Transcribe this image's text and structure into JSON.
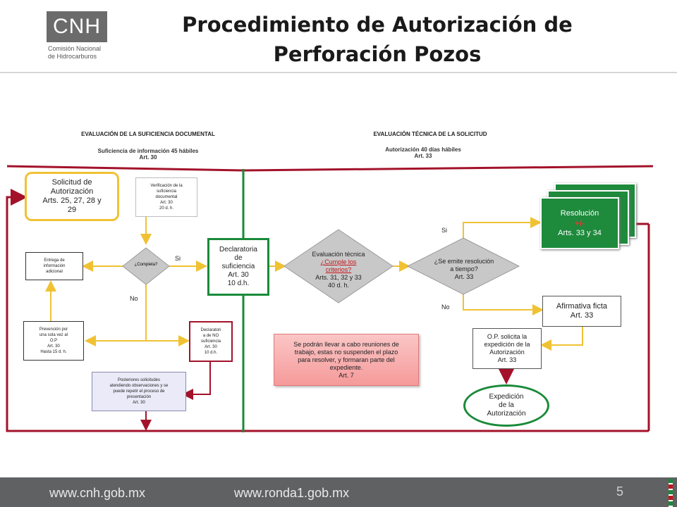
{
  "header": {
    "logo_text": "CNH",
    "logo_sub_1": "Comisión Nacional",
    "logo_sub_2": "de Hidrocarburos",
    "title_1": "Procedimiento de Autorización de",
    "title_2": "Perforación Pozos"
  },
  "sections": {
    "left_title": "EVALUACIÓN DE LA SUFICIENCIA DOCUMENTAL",
    "left_sub_1": "Suficiencia de información 45 hábiles",
    "left_sub_2": "Art. 30",
    "right_title": "EVALUACIÓN TÉCNICA DE LA SOLICITUD",
    "right_sub_1": "Autorización 40 días hábiles",
    "right_sub_2": "Art. 33"
  },
  "nodes": {
    "solicitud": [
      "Solicitud de",
      "Autorización",
      "Arts. 25, 27, 28  y",
      "29"
    ],
    "verificacion": [
      "Verificación de la",
      "suficiencia",
      "documental",
      "Art. 30",
      "20 d. h."
    ],
    "entrega": [
      "Entrega de",
      "información",
      "adicional"
    ],
    "completa": "¿Completa?",
    "prevencion": [
      "Prevención   por",
      "una  sola vez al",
      "O.P",
      "Art. 30",
      "Hasta 15 d. h."
    ],
    "declaratoria_no": [
      "Declaratori",
      "a de NO",
      "suficiencia",
      "Art. 30",
      "10 d.h."
    ],
    "posteriores": [
      "Posteriores  solicitudes",
      "atendiendo  observaciones  y se",
      "puede  repetir  el proceso  de",
      "presentación",
      "Art. 30"
    ],
    "declaratoria": [
      "Declaratoria",
      "de",
      "suficiencia",
      "Art. 30",
      "10 d.h."
    ],
    "evaluacion": [
      "Evaluación técnica",
      "¿Cumple los",
      "criterios?",
      "Arts. 31, 32 y 33",
      "40 d. h."
    ],
    "resolucion_q": [
      "¿Se emite resolución",
      "a tiempo?",
      "Art. 33"
    ],
    "resolucion": [
      "Resolución",
      "+/-",
      "Arts. 33 y 34"
    ],
    "afirmativa": [
      "Afirmativa ficta",
      "Art. 33"
    ],
    "op_solicita": [
      "O.P. solicita la",
      "expedición de la",
      "Autorización",
      "Art. 33"
    ],
    "expedicion": [
      "Expedición",
      "de la",
      "Autorización"
    ],
    "nota": [
      "Se podrán llevar a cabo reuniones de",
      "trabajo, estas no suspenden el plazo",
      "para resolver, y formaran parte del",
      "expediente.",
      "Art. 7"
    ]
  },
  "labels": {
    "si_1": "Si",
    "no_1": "No",
    "si_2": "Si",
    "no_2": "No"
  },
  "footer": {
    "link_1": "www.cnh.gob.mx",
    "link_2": "www.ronda1.gob.mx",
    "page": "5"
  },
  "colors": {
    "red_frame": "#a3122a",
    "green_divider": "#1a8a3a",
    "yellow_flow": "#f0c233",
    "green_node": "#1e8a3c",
    "pink_note": "#f7a6a6"
  }
}
